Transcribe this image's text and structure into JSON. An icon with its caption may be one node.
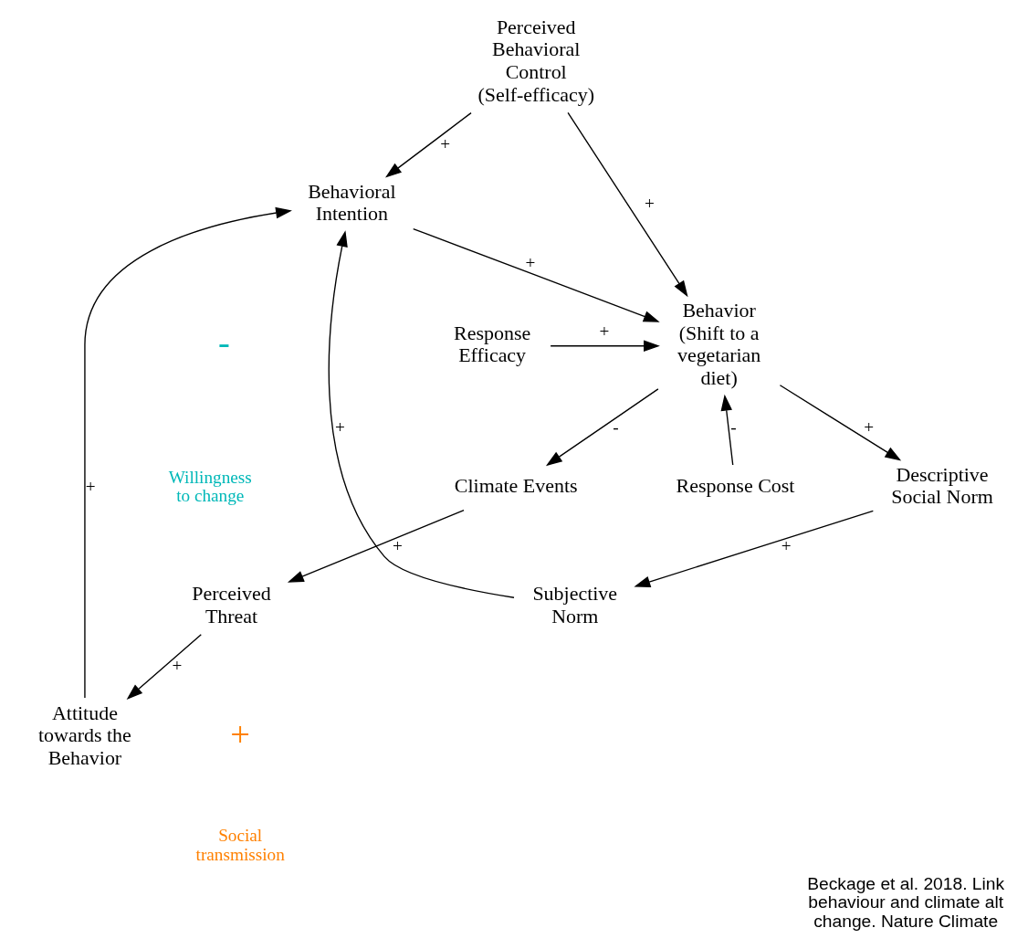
{
  "diagram": {
    "caption": "Beckage et al. 2018. Link behaviour and climate alt change. Nature Climate",
    "nodes": [
      {
        "text": [
          "Perceived Behavioral Control (Self-efficacy)"
        ]
      },
      {
        "text": [
          "Behavioral Intention"
        ]
      },
      {
        "text": [
          "Behavior (Shift to a vegetarian diet)"
        ]
      },
      {
        "text": [
          "Response Efficacy"
        ]
      },
      {
        "text": [
          "Response Cost"
        ]
      },
      {
        "text": [
          "Attitude towards the Behavior"
        ]
      },
      {
        "text": [
          "Climate Events"
        ]
      },
      {
        "text": [
          "Perceived Threat"
        ]
      },
      {
        "text": [
          "Subjective Norm"
        ]
      },
      {
        "text": [
          "Descriptive Social Norm"
        ]
      }
    ],
    "edges": [
      {
        "from": 0,
        "to": 1,
        "arrow": "to",
        "label": "+"
      },
      {
        "from": 0,
        "to": 2,
        "arrow": "to",
        "label": "+"
      },
      {
        "from": 1,
        "to": 2,
        "arrow": "to",
        "label": "+"
      },
      {
        "from": 3,
        "to": 2,
        "arrow": "to",
        "label": "+"
      },
      {
        "from": 4,
        "to": 2,
        "arrow": "to",
        "label": "-"
      },
      {
        "from": 2,
        "to": 6,
        "arrow": "to",
        "label": "-"
      },
      {
        "from": 6,
        "to": 7,
        "arrow": "to",
        "label": "+"
      },
      {
        "from": 7,
        "to": 5,
        "arrow": "to",
        "label": "+"
      },
      {
        "from": 5,
        "to": 1,
        "arrow": "to",
        "label": "+"
      },
      {
        "from": 8,
        "to": 1,
        "arrow": "to",
        "label": "+"
      },
      {
        "from": 9,
        "to": 8,
        "arrow": "to",
        "label": "+"
      },
      {
        "from": 2,
        "to": 9,
        "arrow": "to",
        "label": "+"
      }
    ],
    "labels": [
      "-",
      "Willingness to change",
      "+",
      "Social transmission"
    ]
  }
}
